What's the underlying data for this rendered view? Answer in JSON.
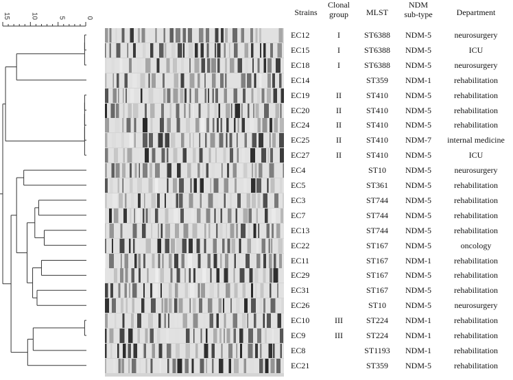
{
  "scale": {
    "ticks": [
      "15",
      "10",
      "5",
      "0"
    ],
    "values": [
      15,
      10,
      5,
      0
    ]
  },
  "headers": {
    "strains": "Strains",
    "clonal_line1": "Clonal",
    "clonal_line2": "group",
    "mlst": "MLST",
    "ndm_line1": "NDM",
    "ndm_line2": "sub-type",
    "department": "Department"
  },
  "rows": [
    {
      "strain": "EC12",
      "clonal": "I",
      "mlst": "ST6388",
      "ndm": "NDM-5",
      "department": "neurosurgery"
    },
    {
      "strain": "EC15",
      "clonal": "I",
      "mlst": "ST6388",
      "ndm": "NDM-5",
      "department": "ICU"
    },
    {
      "strain": "EC18",
      "clonal": "I",
      "mlst": "ST6388",
      "ndm": "NDM-5",
      "department": "neurosurgery"
    },
    {
      "strain": "EC14",
      "clonal": "",
      "mlst": "ST359",
      "ndm": "NDM-1",
      "department": "rehabilitation"
    },
    {
      "strain": "EC19",
      "clonal": "II",
      "mlst": "ST410",
      "ndm": "NDM-5",
      "department": "rehabilitation"
    },
    {
      "strain": "EC20",
      "clonal": "II",
      "mlst": "ST410",
      "ndm": "NDM-5",
      "department": "rehabilitation"
    },
    {
      "strain": "EC24",
      "clonal": "II",
      "mlst": "ST410",
      "ndm": "NDM-5",
      "department": "rehabilitation"
    },
    {
      "strain": "EC25",
      "clonal": "II",
      "mlst": "ST410",
      "ndm": "NDM-7",
      "department": "internal medicine"
    },
    {
      "strain": "EC27",
      "clonal": "II",
      "mlst": "ST410",
      "ndm": "NDM-5",
      "department": "ICU"
    },
    {
      "strain": "EC4",
      "clonal": "",
      "mlst": "ST10",
      "ndm": "NDM-5",
      "department": "neurosurgery"
    },
    {
      "strain": "EC5",
      "clonal": "",
      "mlst": "ST361",
      "ndm": "NDM-5",
      "department": "rehabilitation"
    },
    {
      "strain": "EC3",
      "clonal": "",
      "mlst": "ST744",
      "ndm": "NDM-5",
      "department": "rehabilitation"
    },
    {
      "strain": "EC7",
      "clonal": "",
      "mlst": "ST744",
      "ndm": "NDM-5",
      "department": "rehabilitation"
    },
    {
      "strain": "EC13",
      "clonal": "",
      "mlst": "ST744",
      "ndm": "NDM-5",
      "department": "rehabilitation"
    },
    {
      "strain": "EC22",
      "clonal": "",
      "mlst": "ST167",
      "ndm": "NDM-5",
      "department": "oncology"
    },
    {
      "strain": "EC11",
      "clonal": "",
      "mlst": "ST167",
      "ndm": "NDM-1",
      "department": "rehabilitation"
    },
    {
      "strain": "EC29",
      "clonal": "",
      "mlst": "ST167",
      "ndm": "NDM-5",
      "department": "rehabilitation"
    },
    {
      "strain": "EC31",
      "clonal": "",
      "mlst": "ST167",
      "ndm": "NDM-5",
      "department": "rehabilitation"
    },
    {
      "strain": "EC26",
      "clonal": "",
      "mlst": "ST10",
      "ndm": "NDM-5",
      "department": "neurosurgery"
    },
    {
      "strain": "EC10",
      "clonal": "III",
      "mlst": "ST224",
      "ndm": "NDM-1",
      "department": "rehabilitation"
    },
    {
      "strain": "EC9",
      "clonal": "III",
      "mlst": "ST224",
      "ndm": "NDM-1",
      "department": "rehabilitation"
    },
    {
      "strain": "EC8",
      "clonal": "",
      "mlst": "ST1193",
      "ndm": "NDM-1",
      "department": "rehabilitation"
    },
    {
      "strain": "EC21",
      "clonal": "",
      "mlst": "ST359",
      "ndm": "NDM-5",
      "department": "rehabilitation"
    }
  ]
}
